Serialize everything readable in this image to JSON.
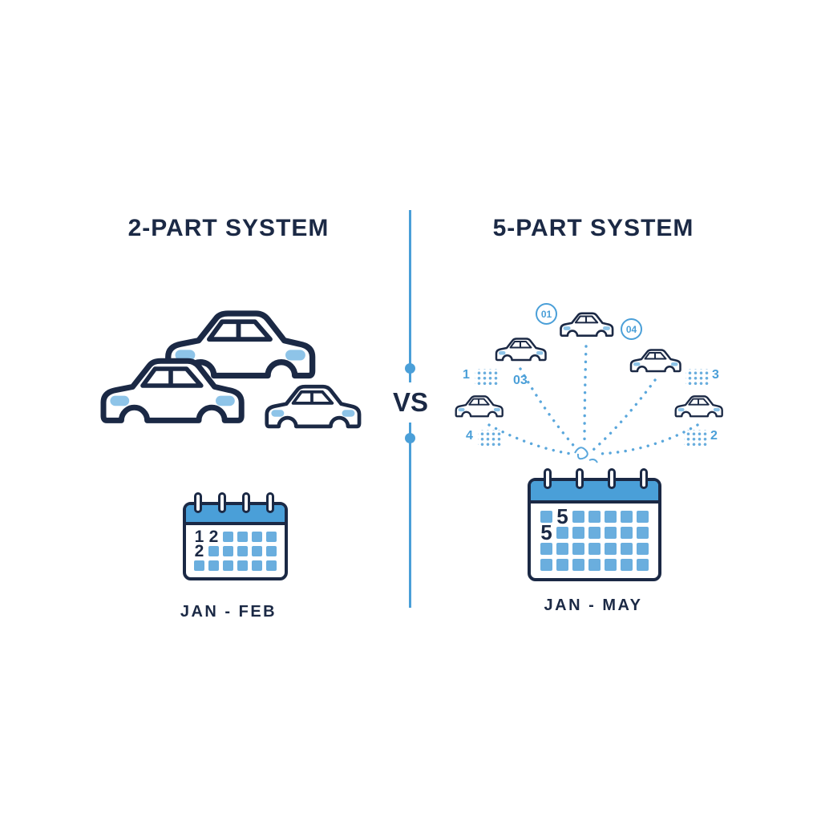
{
  "colors": {
    "background": "#ffffff",
    "navy": "#1b2945",
    "blue": "#4a9fd8",
    "light_blue": "#8ec4e8",
    "cell_blue": "#6aaede"
  },
  "left": {
    "title": "2-PART SYSTEM",
    "date_range": "JAN - FEB",
    "calendar": {
      "cols": 6,
      "cells": [
        "1",
        "2",
        "",
        "",
        "",
        "",
        "2",
        "",
        "",
        "",
        "",
        "",
        "",
        "",
        "",
        "",
        "",
        ""
      ]
    }
  },
  "center": {
    "vs": "VS"
  },
  "right": {
    "title": "5-PART SYSTEM",
    "date_range": "JAN - MAY",
    "badge_top_left": "01",
    "badge_top_right": "04",
    "label_mid": "03",
    "grid_upper_left": "1",
    "grid_lower_left": "4",
    "grid_upper_right": "3",
    "grid_lower_right": "2",
    "calendar": {
      "cols": 7,
      "cells": [
        "",
        "5",
        "",
        "",
        "",
        "",
        "",
        "5",
        "",
        "",
        "",
        "",
        "",
        "",
        "",
        "",
        "",
        "",
        "",
        "",
        "",
        "",
        "",
        "",
        "",
        "",
        "",
        ""
      ]
    }
  }
}
